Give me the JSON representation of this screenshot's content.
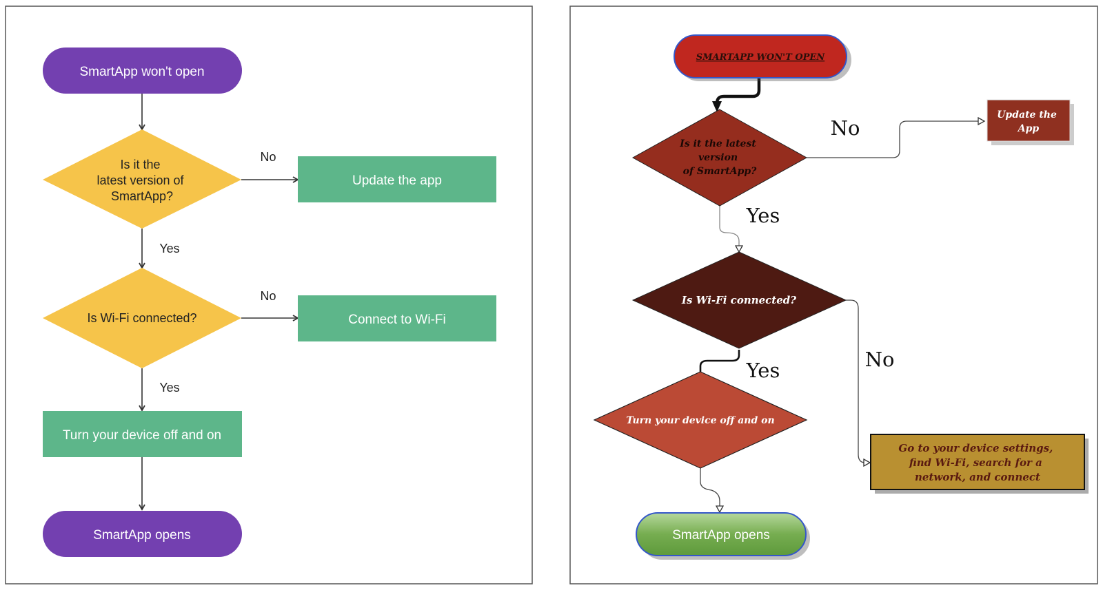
{
  "left_flowchart": {
    "start": "SmartApp won't open",
    "decision1": [
      "Is it the",
      "latest version of",
      "SmartApp?"
    ],
    "decision1_no": "No",
    "update": "Update the app",
    "decision1_yes": "Yes",
    "decision2": "Is Wi-Fi connected?",
    "decision2_no": "No",
    "connect": "Connect to Wi-Fi",
    "decision2_yes": "Yes",
    "restart": "Turn your device off and on",
    "end": "SmartApp opens",
    "colors": {
      "terminal": "#7340b0",
      "decision": "#f6c44a",
      "process": "#5db68a"
    }
  },
  "right_flowchart": {
    "start": "SMARTAPP WON'T OPEN",
    "decision1": [
      "Is it the latest",
      "version",
      "of SmartApp?"
    ],
    "decision1_no": "No",
    "update": [
      "Update the",
      "App"
    ],
    "decision1_yes": "Yes",
    "decision2": "Is Wi-Fi connected?",
    "decision2_yes": "Yes",
    "decision2_no": "No",
    "restart": "Turn your device off and on",
    "settings": [
      "Go to your device settings,",
      "find Wi-Fi, search for a",
      "network, and connect"
    ],
    "end": "SmartApp opens",
    "colors": {
      "start": "#c0271f",
      "decision1": "#952d1e",
      "update": "#8f3020",
      "decision2": "#4e1a12",
      "restart": "#bb4a35",
      "settings": "#b99031",
      "end": "#72a84c"
    }
  }
}
